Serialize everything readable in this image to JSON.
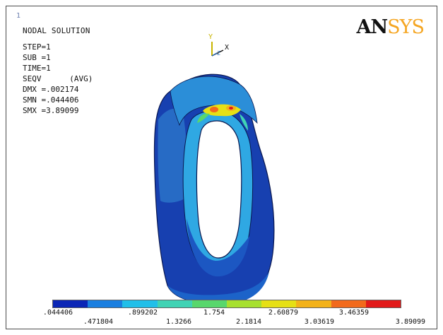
{
  "window": {
    "number": "1"
  },
  "solution": {
    "title": "NODAL SOLUTION",
    "lines": [
      "STEP=1",
      "SUB =1",
      "TIME=1",
      "SEQV      (AVG)",
      "DMX =.002174",
      "SMN =.044406",
      "SMX =3.89099"
    ]
  },
  "logo": {
    "an": "AN",
    "sys": "SYS"
  },
  "triad": {
    "x": "X",
    "y": "Y",
    "z": "Z"
  },
  "legend": {
    "colors": [
      "#0b26b6",
      "#1a7fe0",
      "#21bfe9",
      "#40d3b4",
      "#58d76c",
      "#a7e02f",
      "#e6e015",
      "#f3b21a",
      "#f26a1c",
      "#e21a1a"
    ],
    "values_top": [
      ".044406",
      ".899202",
      "1.754",
      "2.60879",
      "3.46359"
    ],
    "values_bottom": [
      ".471804",
      "1.3266",
      "2.1814",
      "3.03619",
      "3.89099"
    ]
  }
}
